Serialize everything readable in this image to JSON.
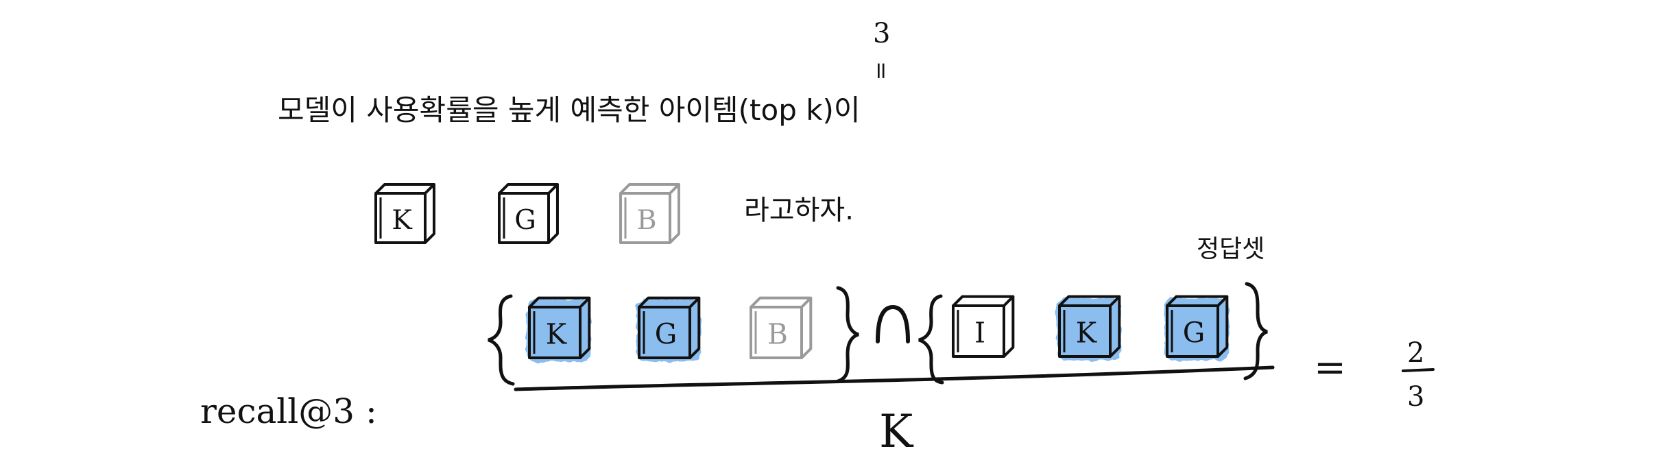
{
  "intro": {
    "prefix": "모델이 사용확률을 높게 예측한 아이템(top ",
    "k": "k",
    "suffix": ")이",
    "k_value": "3",
    "equals_mark": "="
  },
  "predicted_items": [
    "K",
    "G",
    "B"
  ],
  "predicted_suffix": "라고하자.",
  "formula": {
    "label": "recall@3 :",
    "numerator_left": [
      "K",
      "G",
      "B"
    ],
    "intersection": "∩",
    "numerator_right": [
      "I",
      "K",
      "G"
    ],
    "answer_set_label": "정답셋",
    "denominator": "K",
    "equals": "=",
    "result_numerator": "2",
    "result_denominator": "3"
  },
  "colors": {
    "hit_fill": "#7fb6ee",
    "ink": "#111111",
    "miss_ink": "#9a9a9a"
  }
}
